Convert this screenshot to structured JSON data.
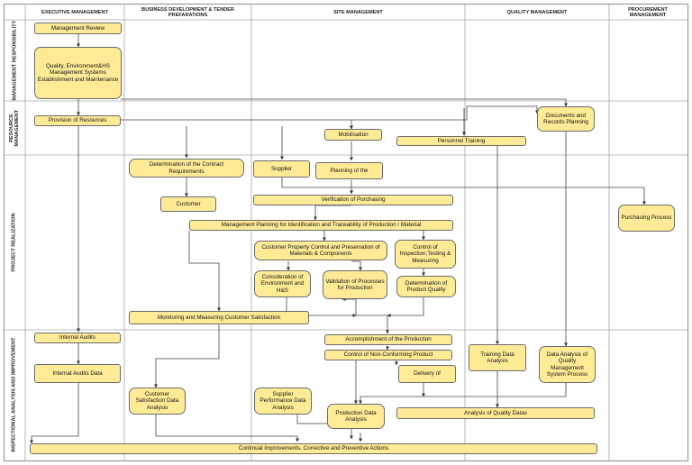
{
  "colors": {
    "box_fill": "#ffeb96",
    "box_border": "#6b6b6b",
    "line": "#444444",
    "grid": "#a6a6a6"
  },
  "columns": [
    "EXECUTIVE MANAGEMENT",
    "BUSINESS DEVELOPMENT & TENDER PREFARATIONS",
    "SITE MANAGEMENT",
    "QUALITY MANAGEMENT",
    "PROCUREMENT MANAGEMENT"
  ],
  "lanes": [
    "MANAGEMENT RESPONSIBILITY",
    "RESOURCE MANAGEMENT",
    "PROJECT REALIZATION",
    "INSPECTIONAL ANALYSIS AND IMPROVEMENT"
  ],
  "boxes": {
    "management_review": "Management Review",
    "qehs_systems": "Quality, Environment&HS Management Systems Establishment and Maintenance",
    "provision_resources": "Provision of Resources",
    "mobilisation": "Mobilisation",
    "documents_records": "Documents and Records Planning",
    "personnel_training": "Personnel Training",
    "determination_contract": "Determination of the Contract Requirements",
    "supplier": "Supplier",
    "planning_of_the": "Planning of the",
    "customer": "Customer",
    "verification_purchasing": "Verification of Purchasing",
    "purchasing_process": "Purchasing Process",
    "management_planning": "Management Planning for Identification and Traceability of Production / Material",
    "customer_property": "Customer Property Control and Preservation of Materials & Components",
    "control_inspection": "Control of Inspection,Testing & Measuring",
    "consideration_env": "Consideration of Environment and H&S",
    "validation_processes": "Validation of Processes for Production",
    "determination_quality": "Determination of Product Quality",
    "monitoring_customer": "Monitoring and Measuring Customer Satisfaction",
    "internal_audits": "Internal Audits",
    "accomplishment_production": "Accomplishment of the Production",
    "control_nonconforming": "Control of Non-Conforming Product",
    "training_data": "Training Data Analysis",
    "data_analysis_quality": "Data Analysis of Quality Management System Process",
    "internal_audits_data": "Internat Audits Data",
    "delivery_of": "Delivery of",
    "customer_satisfaction_data": "Customer Satisfaction Data Analysis",
    "supplier_performance": "Supplier Performance Data Analysis",
    "production_data": "Production Data Analysis",
    "analysis_quality_datas": "Analysis of Quality Datas",
    "continual_improvements": "Continual Improvements, Corrective and Preventive Actions"
  }
}
